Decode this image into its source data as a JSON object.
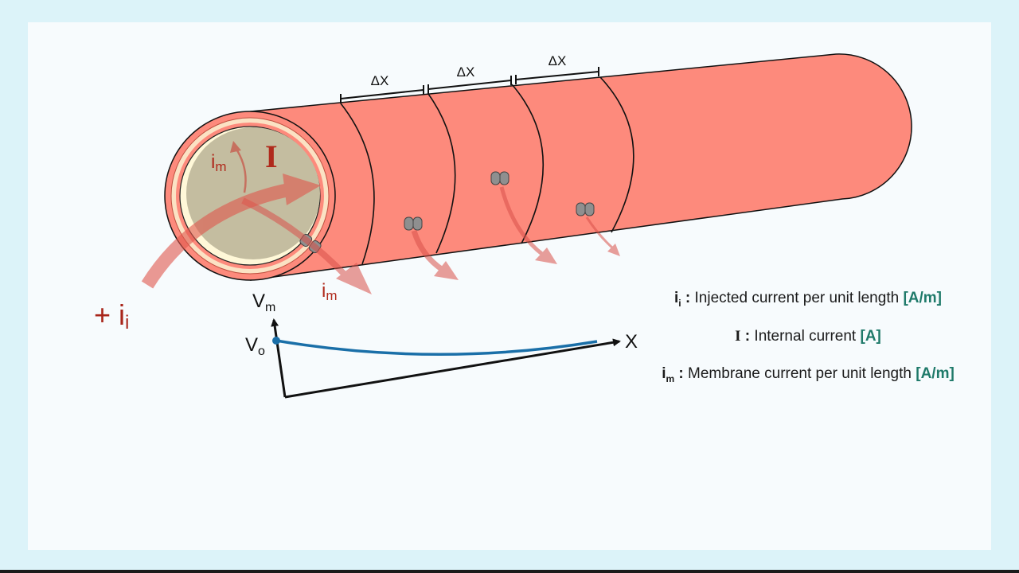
{
  "diagram": {
    "segment_labels": [
      "ΔX",
      "ΔX",
      "ΔX"
    ],
    "internal_current_label": "I",
    "membrane_current_inside": {
      "base": "i",
      "sub": "m"
    },
    "membrane_current_outside": {
      "base": "i",
      "sub": "m"
    },
    "injected_current": {
      "prefix": "+ ",
      "base": "i",
      "sub": "i"
    },
    "graph": {
      "y_axis_label": {
        "base": "V",
        "sub": "m"
      },
      "origin_label": {
        "base": "V",
        "sub": "o"
      },
      "x_axis_label": "X"
    }
  },
  "legend": [
    {
      "symbol": "iᵢ",
      "symbol_base": "i",
      "symbol_sub": "i",
      "separator": " : ",
      "text": "Injected current per unit length ",
      "unit": "[A/m]"
    },
    {
      "symbol": "I",
      "symbol_base": "I",
      "symbol_sub": "",
      "separator": " : ",
      "text": "Internal current ",
      "unit": "[A]"
    },
    {
      "symbol": "iₘ",
      "symbol_base": "i",
      "symbol_sub": "m",
      "separator": " : ",
      "text": "Membrane current per unit length ",
      "unit": "[A/m]"
    }
  ],
  "colors": {
    "background": "#dcf3f9",
    "slide": "#f7fbfd",
    "axon": "#fd8a7c",
    "cytoplasm": "#c4bda0",
    "arrow_red": "#c8322a",
    "curve_blue": "#1a6fa8",
    "unit_green": "#1f7a6a",
    "label_red": "#b02a1c"
  }
}
